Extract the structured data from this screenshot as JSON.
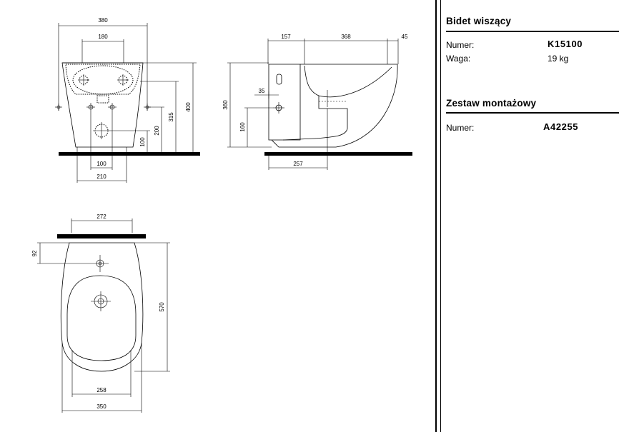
{
  "front_view": {
    "dims": {
      "w380": "380",
      "w180": "180",
      "h400": "400",
      "h315": "315",
      "h200": "200",
      "h100": "100",
      "w100": "100",
      "w210": "210"
    }
  },
  "side_view": {
    "dims": {
      "w157": "157",
      "w368": "368",
      "w45": "45",
      "h360": "360",
      "w35": "35",
      "h160": "160",
      "w257": "257"
    }
  },
  "top_view": {
    "dims": {
      "w272": "272",
      "h92": "92",
      "h570": "570",
      "w258": "258",
      "w350": "350"
    }
  },
  "product": {
    "title": "Bidet wiszący",
    "number_label": "Numer:",
    "number_value": "K15100",
    "weight_label": "Waga:",
    "weight_value": "19 kg"
  },
  "mounting_kit": {
    "title": "Zestaw montażowy",
    "number_label": "Numer:",
    "number_value": "A42255"
  }
}
